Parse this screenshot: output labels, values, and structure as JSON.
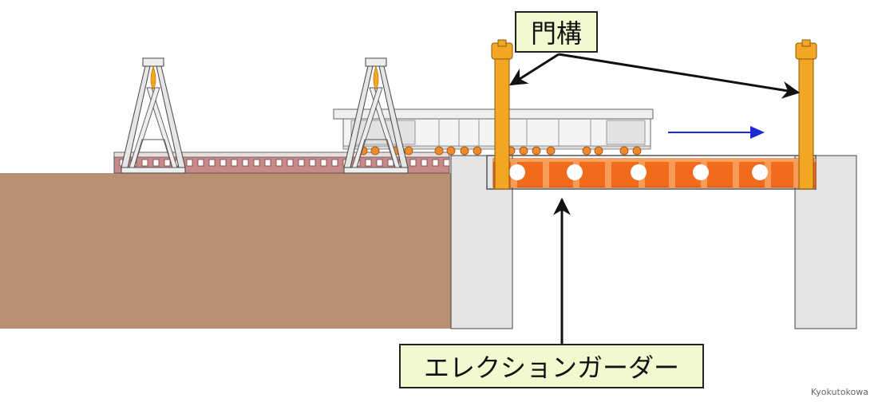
{
  "labels": {
    "gate_frame": "門構",
    "erection_girder": "エレクションガーダー"
  },
  "credit": "Kyokutokowa",
  "colors": {
    "ground": "#b99072",
    "pier": "#e4e4e4",
    "gate_frame": "#f3a623",
    "girder": "#f26a1b",
    "girder_highlight": "#f7a25c",
    "roller": "#f08a2c",
    "track_block": "#a85a5a",
    "bridge_girder": "#eeeeee",
    "arrow_direction": "#1a2bd6",
    "label_background": "#f4f8cf"
  },
  "icons": {
    "direction": "arrow-right-icon",
    "bent": "steel-bent-icon"
  }
}
